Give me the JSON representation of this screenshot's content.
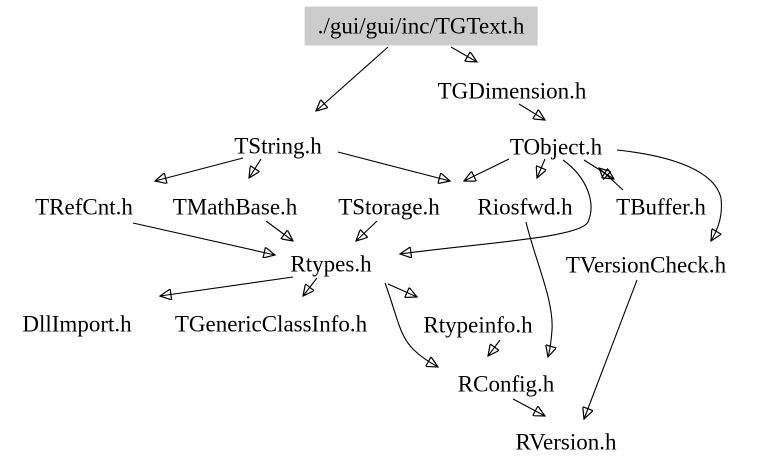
{
  "diagram": {
    "title": "include dependency graph",
    "type": "directed-graph",
    "background_color": "#ffffff",
    "edge_color": "#000000",
    "text_color": "#000000",
    "root_fill_color": "#cccccc",
    "root": "./gui/gui/inc/TGText.h"
  },
  "nodes": [
    {
      "id": "tgtext",
      "label": "./gui/gui/inc/TGText.h"
    },
    {
      "id": "tgdimension",
      "label": "TGDimension.h"
    },
    {
      "id": "tstring",
      "label": "TString.h"
    },
    {
      "id": "tobject",
      "label": "TObject.h"
    },
    {
      "id": "trefcnt",
      "label": "TRefCnt.h"
    },
    {
      "id": "tmathbase",
      "label": "TMathBase.h"
    },
    {
      "id": "tstorage",
      "label": "TStorage.h"
    },
    {
      "id": "riosfwd",
      "label": "Riosfwd.h"
    },
    {
      "id": "tbuffer",
      "label": "TBuffer.h"
    },
    {
      "id": "rtypes",
      "label": "Rtypes.h"
    },
    {
      "id": "tversioncheck",
      "label": "TVersionCheck.h"
    },
    {
      "id": "dllimport",
      "label": "DllImport.h"
    },
    {
      "id": "tgenericclassinfo",
      "label": "TGenericClassInfo.h"
    },
    {
      "id": "rtypeinfo",
      "label": "Rtypeinfo.h"
    },
    {
      "id": "rconfig",
      "label": "RConfig.h"
    },
    {
      "id": "rversion",
      "label": "RVersion.h"
    }
  ],
  "edges": [
    {
      "from": "tgtext",
      "to": "tstring"
    },
    {
      "from": "tgtext",
      "to": "tgdimension"
    },
    {
      "from": "tgdimension",
      "to": "tobject"
    },
    {
      "from": "tstring",
      "to": "trefcnt"
    },
    {
      "from": "tstring",
      "to": "tmathbase"
    },
    {
      "from": "tstring",
      "to": "tstorage"
    },
    {
      "from": "tobject",
      "to": "tstorage"
    },
    {
      "from": "tobject",
      "to": "riosfwd"
    },
    {
      "from": "tobject",
      "to": "tbuffer"
    },
    {
      "from": "tbuffer",
      "to": "tobject"
    },
    {
      "from": "tobject",
      "to": "rtypes"
    },
    {
      "from": "tobject",
      "to": "tversioncheck"
    },
    {
      "from": "trefcnt",
      "to": "rtypes"
    },
    {
      "from": "tmathbase",
      "to": "rtypes"
    },
    {
      "from": "tstorage",
      "to": "rtypes"
    },
    {
      "from": "rtypes",
      "to": "dllimport"
    },
    {
      "from": "rtypes",
      "to": "tgenericclassinfo"
    },
    {
      "from": "rtypes",
      "to": "rtypeinfo"
    },
    {
      "from": "rtypes",
      "to": "rconfig"
    },
    {
      "from": "riosfwd",
      "to": "rconfig"
    },
    {
      "from": "rtypeinfo",
      "to": "rconfig"
    },
    {
      "from": "rconfig",
      "to": "rversion"
    },
    {
      "from": "tversioncheck",
      "to": "rversion"
    }
  ]
}
